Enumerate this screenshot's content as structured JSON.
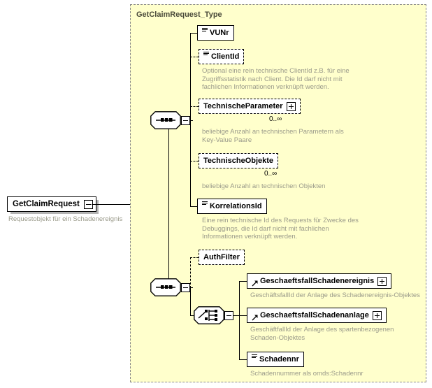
{
  "diagram": {
    "type_title": "GetClaimRequest_Type",
    "root": {
      "label": "GetClaimRequest",
      "doc": "Requestobjekt für ein Schadenereignis",
      "collapse_icon": "minus-icon"
    },
    "compositors": [
      {
        "name": "sequence-outer",
        "kind": "sequence",
        "icon": "sequence-icon"
      },
      {
        "name": "sequence-inner",
        "kind": "sequence",
        "icon": "sequence-icon"
      },
      {
        "name": "choice",
        "kind": "choice",
        "icon": "choice-icon"
      }
    ],
    "nodes": [
      {
        "id": "vunr",
        "label": "VUNr",
        "optional": false,
        "glyph": "simple-type-icon",
        "expandable": false,
        "occurrence": "",
        "doc": ""
      },
      {
        "id": "clientid",
        "label": "ClientId",
        "optional": true,
        "glyph": "simple-type-icon",
        "expandable": false,
        "occurrence": "",
        "doc": "Optional eine rein technische ClientId z.B. für eine\nZugriffsstatistik nach Client. Die Id darf nicht mit\nfachlichen Informationen verknüpft werden."
      },
      {
        "id": "technischeparameter",
        "label": "TechnischeParameter",
        "optional": true,
        "glyph": "",
        "expandable": true,
        "occurrence": "0..∞",
        "doc": "beliebige Anzahl an technischen Parametern als\nKey-Value Paare"
      },
      {
        "id": "technischeobjekte",
        "label": "TechnischeObjekte",
        "optional": true,
        "glyph": "",
        "expandable": false,
        "occurrence": "0..∞",
        "doc": "beliebige Anzahl an technischen Objekten"
      },
      {
        "id": "korrelationsid",
        "label": "KorrelationsId",
        "optional": false,
        "glyph": "simple-type-icon",
        "expandable": false,
        "occurrence": "",
        "doc": "Eine rein technische Id des Requests für Zwecke des\nDebuggings, die Id darf nicht mit fachlichen\nInformationen verknüpft werden."
      },
      {
        "id": "authfilter",
        "label": "AuthFilter",
        "optional": true,
        "glyph": "",
        "expandable": false,
        "occurrence": "",
        "doc": ""
      },
      {
        "id": "geschaeftsfallschadenereignis",
        "label": "GeschaeftsfallSchadenereignis",
        "optional": false,
        "glyph": "element-ref-icon",
        "expandable": true,
        "occurrence": "",
        "doc": "GeschäftsfallId der Anlage des Schadenereignis-Objektes"
      },
      {
        "id": "geschaeftsfallschadenanlage",
        "label": "GeschaeftsfallSchadenanlage",
        "optional": false,
        "glyph": "element-ref-icon",
        "expandable": true,
        "occurrence": "",
        "doc": "GeschäftfallId der Anlage des spartenbezogenen\nSchaden-Objektes"
      },
      {
        "id": "schadennr",
        "label": "Schadennr",
        "optional": false,
        "glyph": "simple-type-icon",
        "expandable": false,
        "occurrence": "",
        "doc": "Schadennummer als omds:Schadennr"
      }
    ],
    "colors": {
      "container_bg": "#ffffcc",
      "container_border": "#888888",
      "node_bg": "#ffffff",
      "node_border": "#000000",
      "shadow": "#b4b4b4",
      "doc_text": "#9a9a8a",
      "title_text": "#4a4a3a"
    }
  }
}
